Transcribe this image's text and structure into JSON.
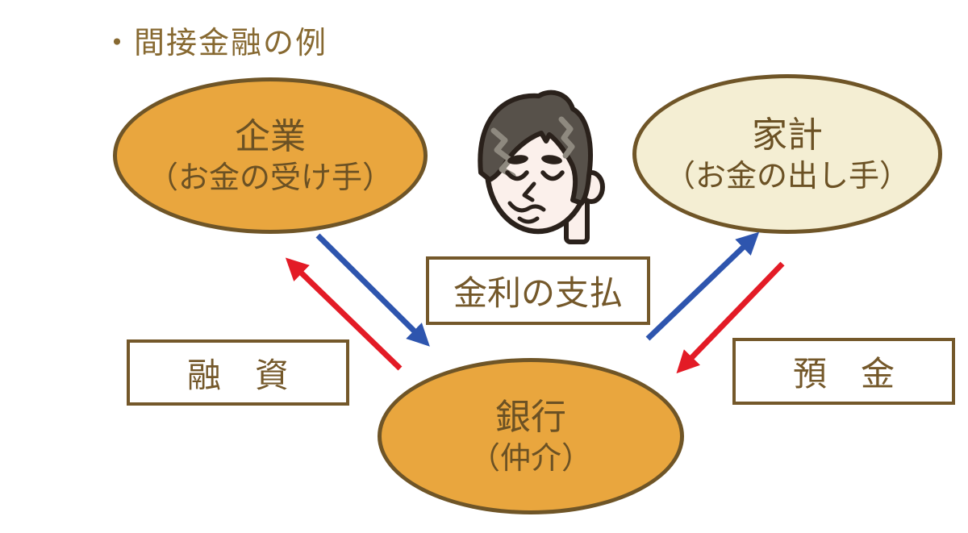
{
  "title": "・間接金融の例",
  "nodes": {
    "company": {
      "name": "企業",
      "role": "（お金の受け手）"
    },
    "household": {
      "name": "家計",
      "role": "（お金の出し手）"
    },
    "bank": {
      "name": "銀行",
      "role": "（仲介）"
    }
  },
  "labels": {
    "interest": "金利の支払",
    "loan": "融　資",
    "deposit": "預　金"
  },
  "arrows": [
    {
      "from": "company",
      "to": "bank",
      "color_key": "arrow_blue",
      "meaning": "金利の支払"
    },
    {
      "from": "bank",
      "to": "company",
      "color_key": "arrow_red",
      "meaning": "融資"
    },
    {
      "from": "bank",
      "to": "household",
      "color_key": "arrow_blue",
      "meaning": "金利の支払"
    },
    {
      "from": "household",
      "to": "bank",
      "color_key": "arrow_red",
      "meaning": "預金"
    }
  ],
  "colors": {
    "orange_fill": "#e9a63e",
    "cream_fill": "#f4eed3",
    "node_border": "#6f5527",
    "text_brown": "#6b5124",
    "box_border": "#74582a",
    "title_brown": "#876931",
    "arrow_blue": "#2e55ae",
    "arrow_red": "#e31b26",
    "skin": "#fbf0eb",
    "hair": "#57514a",
    "hair_highlight": "#8e897f",
    "face_outline": "#2a211b"
  }
}
